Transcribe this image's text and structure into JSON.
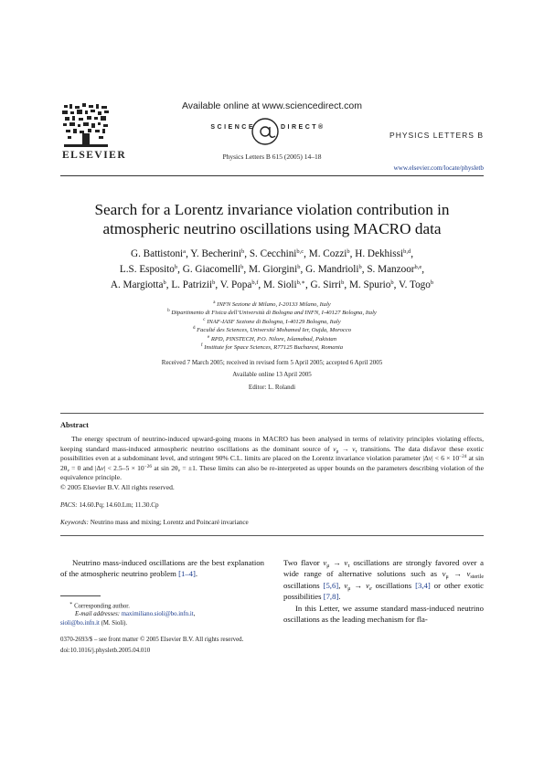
{
  "header": {
    "publisher": "ELSEVIER",
    "available_online": "Available online at www.sciencedirect.com",
    "sciencedirect_left": "SCIENCE",
    "sciencedirect_right": "DIRECT®",
    "journal_name": "PHYSICS LETTERS B",
    "citation": "Physics Letters B 615 (2005) 14–18",
    "journal_url": "www.elsevier.com/locate/physletb"
  },
  "article": {
    "title_line1": "Search for a Lorentz invariance violation contribution in",
    "title_line2": "atmospheric neutrino oscillations using MACRO data",
    "authors": [
      {
        "name": "G. Battistoni",
        "aff": "a"
      },
      {
        "name": "Y. Becherini",
        "aff": "b"
      },
      {
        "name": "S. Cecchini",
        "aff": "b,c"
      },
      {
        "name": "M. Cozzi",
        "aff": "b"
      },
      {
        "name": "H. Dekhissi",
        "aff": "b,d"
      },
      {
        "name": "L.S. Esposito",
        "aff": "b"
      },
      {
        "name": "G. Giacomelli",
        "aff": "b"
      },
      {
        "name": "M. Giorgini",
        "aff": "b"
      },
      {
        "name": "G. Mandrioli",
        "aff": "b"
      },
      {
        "name": "S. Manzoor",
        "aff": "b,e"
      },
      {
        "name": "A. Margiotta",
        "aff": "b"
      },
      {
        "name": "L. Patrizii",
        "aff": "b"
      },
      {
        "name": "V. Popa",
        "aff": "b,f"
      },
      {
        "name": "M. Sioli",
        "aff": "b,∗"
      },
      {
        "name": "G. Sirri",
        "aff": "b"
      },
      {
        "name": "M. Spurio",
        "aff": "b"
      },
      {
        "name": "V. Togo",
        "aff": "b"
      }
    ],
    "affiliations": [
      {
        "key": "a",
        "text": "INFN Sezione di Milano, I-20133 Milano, Italy"
      },
      {
        "key": "b",
        "text": "Dipartimento di Fisica dell’Università di Bologna and INFN, I-40127 Bologna, Italy"
      },
      {
        "key": "c",
        "text": "INAF-IASF Sezione di Bologna, I-40129 Bologna, Italy"
      },
      {
        "key": "d",
        "text": "Faculté des Sciences, Université Mohamed Ier, Oujda, Morocco"
      },
      {
        "key": "e",
        "text": "RPD, PINSTECH, P.O. Nilore, Islamabad, Pakistan"
      },
      {
        "key": "f",
        "text": "Institute for Space Sciences, R77125 Bucharest, Romania"
      }
    ],
    "received": "Received 7 March 2005; received in revised form 5 April 2005; accepted 6 April 2005",
    "available": "Available online 13 April 2005",
    "editor": "Editor: L. Rolandi"
  },
  "abstract": {
    "heading": "Abstract",
    "copyright": "© 2005 Elsevier B.V. All rights reserved.",
    "pacs_label": "PACS:",
    "pacs": "14.60.Pq; 14.60.Lm; 11.30.Cp",
    "keywords_label": "Keywords:",
    "keywords": "Neutrino mass and mixing; Lorentz and Poincaré invariance"
  },
  "body": {
    "left_para": "Neutrino mass-induced oscillations are the best explanation of the atmospheric neutrino problem",
    "left_ref": "[1–4]",
    "right_ref1": "[5,6]",
    "right_ref2": "[3,4]",
    "right_ref3": "[7,8]",
    "right_para2": "In this Letter, we assume standard mass-induced neutrino oscillations as the leading mechanism for fla-"
  },
  "footnote": {
    "marker": "∗",
    "corresponding": "Corresponding author.",
    "email_label": "E-mail addresses:",
    "email1": "maximiliano.sioli@bo.infn.it",
    "email2": "sioli@bo.infn.it",
    "email2_suffix": "(M. Sioli)."
  },
  "frontmatter": {
    "issn": "0370-2693/$ – see front matter © 2005 Elsevier B.V. All rights reserved.",
    "doi": "doi:10.1016/j.physletb.2005.04.010"
  },
  "colors": {
    "link": "#1a3b8c",
    "text": "#1a1a1a"
  }
}
